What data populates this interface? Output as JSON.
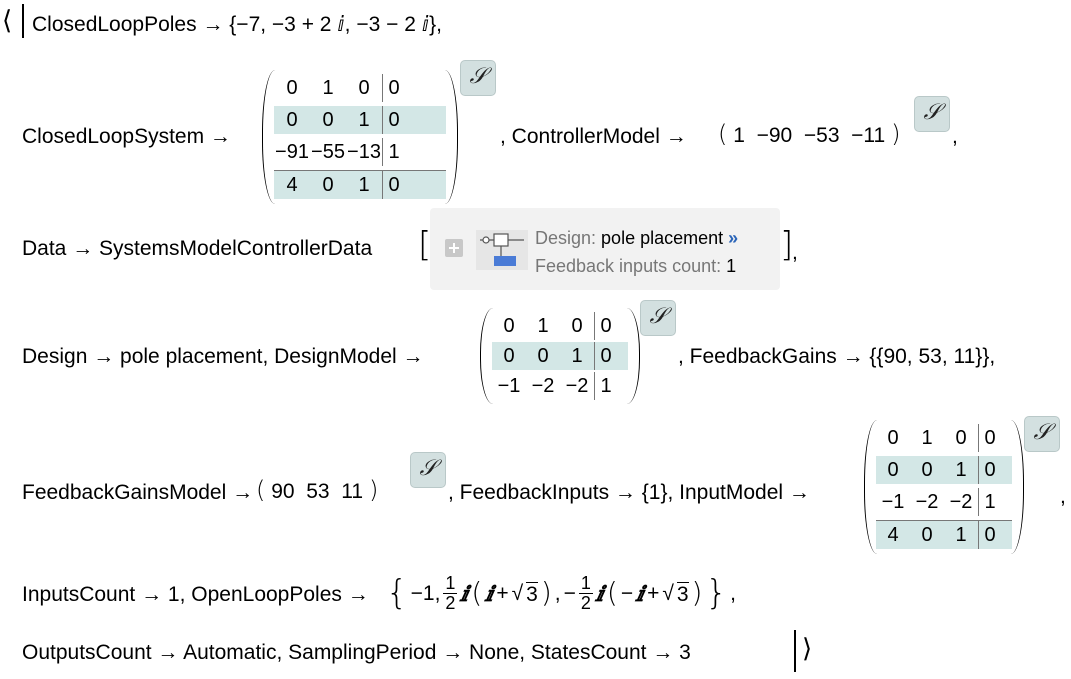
{
  "association": {
    "open_bracket": "⟨",
    "close_bracket": "⟩",
    "closed_loop_poles": "ClosedLoopPoles → {−7, −3 + 2 ⅈ, −3 − 2 ⅈ},",
    "closed_loop_system_label": "ClosedLoopSystem →",
    "closed_loop_system_matrix": [
      [
        "0",
        "1",
        "0",
        "0"
      ],
      [
        "0",
        "0",
        "1",
        "0"
      ],
      [
        "−91",
        "−55",
        "−13",
        "1"
      ],
      [
        "4",
        "0",
        "1",
        "0"
      ]
    ],
    "controller_model_label": ", ControllerModel →",
    "controller_model_row": [
      "1",
      "−90",
      "−53",
      "−11"
    ],
    "data_label": "Data → SystemsModelControllerData",
    "data_summary": {
      "design_key": "Design:",
      "design_value": "pole placement",
      "more": "»",
      "feedback_key": "Feedback inputs count:",
      "feedback_value": "1"
    },
    "design_text": "Design → pole placement, DesignModel →",
    "design_model_matrix": [
      [
        "0",
        "1",
        "0",
        "0"
      ],
      [
        "0",
        "0",
        "1",
        "0"
      ],
      [
        "−1",
        "−2",
        "−2",
        "1"
      ]
    ],
    "feedback_gains": ", FeedbackGains → {{90, 53, 11}},",
    "feedback_gains_model_label": "FeedbackGainsModel →",
    "feedback_gains_model_row": [
      "90",
      "53",
      "11"
    ],
    "feedback_inputs": ", FeedbackInputs → {1}, InputModel →",
    "input_model_matrix": [
      [
        "0",
        "1",
        "0",
        "0"
      ],
      [
        "0",
        "0",
        "1",
        "0"
      ],
      [
        "−1",
        "−2",
        "−2",
        "1"
      ],
      [
        "4",
        "0",
        "1",
        "0"
      ]
    ],
    "inputs_count": "InputsCount → 1, OpenLoopPoles →",
    "open_loop_poles": {
      "first": "−1,",
      "frac_num": "1",
      "frac_den": "2",
      "i": "ⅈ",
      "sqrt_arg": "3",
      "plus": "+",
      "minus": "−"
    },
    "last_line": "OutputsCount → Automatic, SamplingPeriod → None, StatesCount → 3",
    "badge_symbol": "𝒮",
    "trailing_comma": ","
  },
  "colors": {
    "highlight_row": "#d3e7e6",
    "badge_bg": "#d3e0e0",
    "summary_bg": "#f2f2f2",
    "link_blue": "#2a64b8",
    "gray_text": "#777777"
  },
  "icons": [
    "plus-square-icon",
    "block-diagram-icon",
    "s-badge-icon"
  ]
}
